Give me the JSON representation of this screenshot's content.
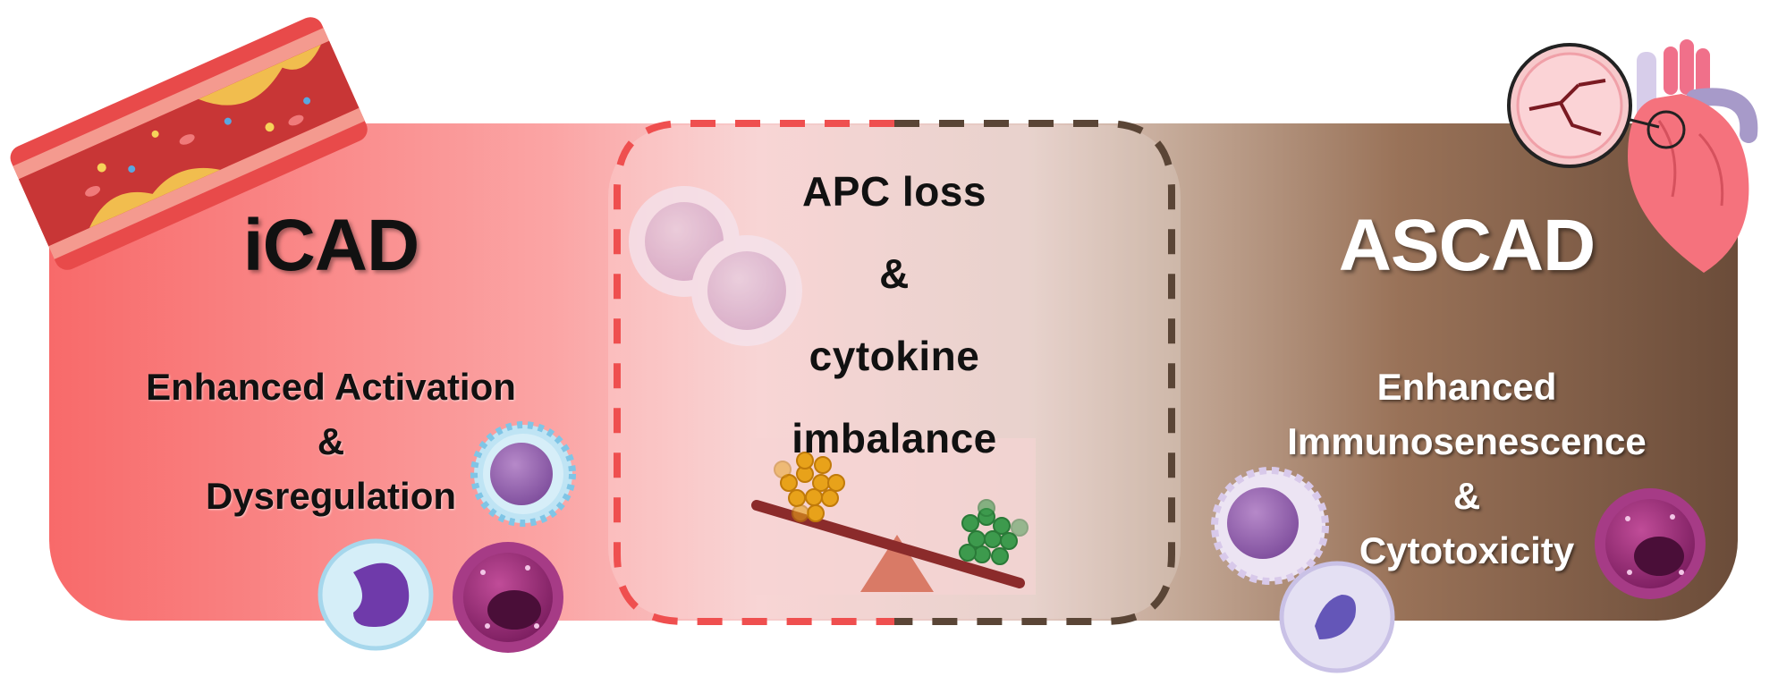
{
  "diagram": {
    "left": {
      "title": "iCAD",
      "description_lines": [
        "Enhanced Activation",
        "&",
        "Dysregulation"
      ]
    },
    "center": {
      "lines": [
        "APC loss",
        "&",
        "cytokine",
        "imbalance"
      ]
    },
    "right": {
      "title": "ASCAD",
      "description_lines": [
        "Enhanced",
        "Immunosenescence",
        "&",
        "Cytotoxicity"
      ]
    },
    "colors": {
      "left_band": "#f87070",
      "center_band": "#f7cdcd",
      "right_band": "#6e4f3c",
      "dashed_left": "#ef4f4f",
      "dashed_right": "#5a4536",
      "balance_beam": "#8b2b2b",
      "balance_fulcrum": "#d97a66",
      "artery_wall": "#e84a4a",
      "plaque": "#f1bd4e",
      "heart": "#f5727d"
    },
    "icons": [
      "artery-plaque-icon",
      "heart-icon",
      "magnified-vessel-icon",
      "balance-scale-icon",
      "immune-cell-icon"
    ]
  }
}
